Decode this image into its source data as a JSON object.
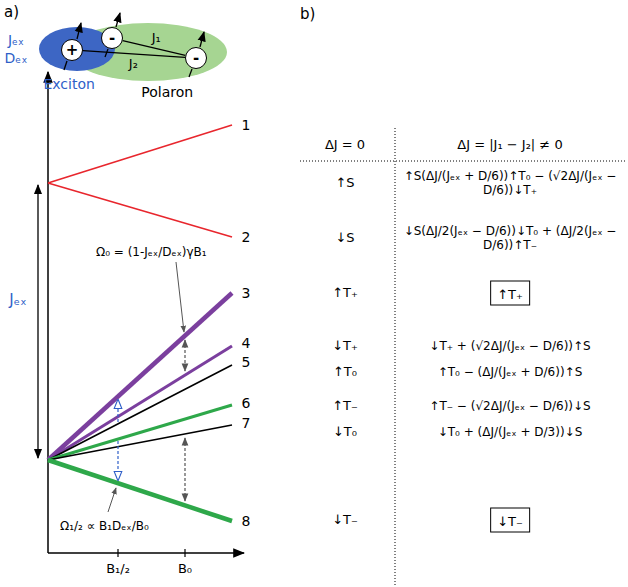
{
  "diagram": {
    "nodes": [
      {
        "text": [
          "Exciton"
        ]
      },
      {
        "text": [
          "+"
        ],
        "in": 0
      },
      {
        "text": [
          "-"
        ],
        "in": 0
      },
      {
        "text": [
          "Polaron"
        ]
      },
      {
        "text": [
          "-"
        ],
        "in": 3
      },
      {
        "text": [
          "↑T₊"
        ]
      },
      {
        "text": [
          "↓T₋"
        ]
      }
    ],
    "edges": [
      {
        "from": 2,
        "to": 4,
        "label": "J₁",
        "arrow": "none"
      },
      {
        "from": 1,
        "to": 4,
        "label": "J₂",
        "arrow": "none"
      }
    ],
    "labels": [
      "a)",
      "b)",
      "Jₑₓ",
      "Dₑₓ",
      "Jₑₓ",
      "1",
      "2",
      "3",
      "4",
      "5",
      "6",
      "7",
      "8",
      "Ω₀ = (1-Jₑₓ/Dₑₓ)γB₁",
      "Ω₁/₂ ∝ B₁Dₑₓ/B₀",
      "B₁/₂",
      "B₀",
      "ΔJ = 0",
      "ΔJ = |J₁ − J₂| ≠ 0",
      "↑S",
      "↓S",
      "↑T₊",
      "↓T₊",
      "↑T₀",
      "↑T₋",
      "↓T₀",
      "↓T₋",
      "↑S(ΔJ/(Jₑₓ + D/6))↑T₀ − (√2ΔJ/(Jₑₓ − D/6))↓T₊",
      "↓S(ΔJ/2(Jₑₓ − D/6))↓T₀ + (ΔJ/2(Jₑₓ − D/6))↑T₋",
      "↓T₊ + (√2ΔJ/(Jₑₓ − D/6))↑S",
      "↑T₀ − (ΔJ/(Jₑₓ + D/6))↑S",
      "↑T₋ − (√2ΔJ/(Jₑₓ − D/6))↓S",
      "↓T₀ + (ΔJ/(Jₑₓ + D/3))↓S"
    ]
  }
}
